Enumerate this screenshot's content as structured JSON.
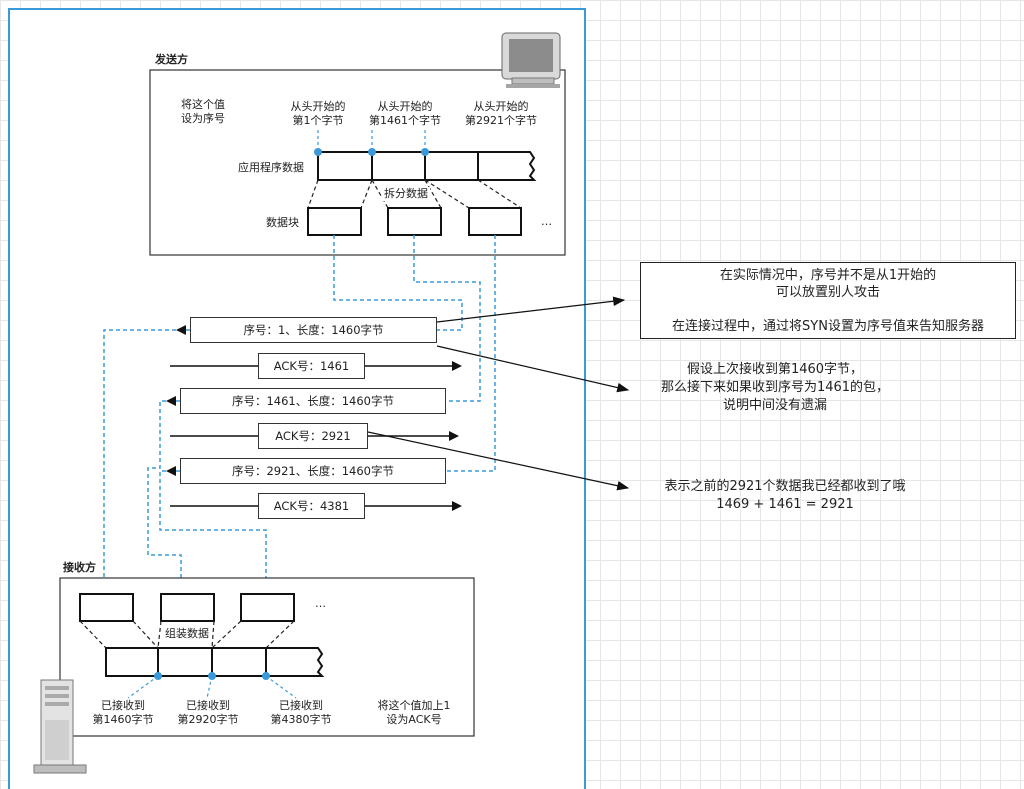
{
  "sender": {
    "title": "发送方",
    "seq_note": [
      "将这个值",
      "设为序号"
    ],
    "pointers": [
      [
        "从头开始的",
        "第1个字节"
      ],
      [
        "从头开始的",
        "第1461个字节"
      ],
      [
        "从头开始的",
        "第2921个字节"
      ]
    ],
    "app_data_label": "应用程序数据",
    "split_label": "拆分数据",
    "chunks_label": "数据块",
    "ellipsis": "…"
  },
  "packets": [
    {
      "text": "序号：1、长度：1460字节"
    },
    {
      "text": "ACK号：1461"
    },
    {
      "text": "序号：1461、长度：1460字节"
    },
    {
      "text": "ACK号：2921"
    },
    {
      "text": "序号：2921、长度：1460字节"
    },
    {
      "text": "ACK号：4381"
    }
  ],
  "receiver": {
    "title": "接收方",
    "assemble_label": "组装数据",
    "ellipsis": "…",
    "received": [
      [
        "已接收到",
        "第1460字节"
      ],
      [
        "已接收到",
        "第2920字节"
      ],
      [
        "已接收到",
        "第4380字节"
      ]
    ],
    "ack_note": [
      "将这个值加上1",
      "设为ACK号"
    ]
  },
  "annotations": {
    "box_line1": "在实际情况中，序号并不是从1开始的",
    "box_line2": "可以放置别人攻击",
    "box_line3": "在连接过程中，通过将SYN设置为序号值来告知服务器",
    "note2_line1": "假设上次接收到第1460字节，",
    "note2_line2": "那么接下来如果收到序号为1461的包，",
    "note2_line3": "说明中间没有遗漏",
    "note3_line1": "表示之前的2921个数据我已经都收到了哦",
    "note3_line2": "1469 + 1461 = 2921"
  },
  "colors": {
    "accent": "#3a9ad9",
    "line": "#222222"
  }
}
